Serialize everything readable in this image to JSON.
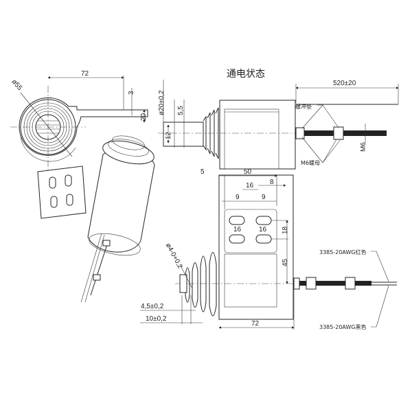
{
  "title": "通电状态",
  "end_view": {
    "width_dim": "72",
    "diameter_dim": "ø55",
    "thickness_dim": "3",
    "height_dim": "20"
  },
  "side_view": {
    "plunger_diameter_dim": "ø20±0,2",
    "step_dim": "5,5",
    "shaft_dim": "12",
    "wire_length_dim": "520±20",
    "cushion_label": "缓冲垫",
    "nut_label": "M6螺母",
    "thread_dim": "M6"
  },
  "bottom_view": {
    "offset_dim": "5",
    "plate_width_dim": "50",
    "slot_spacing_dim": "16",
    "edge_dim": "8",
    "left_margin_dim": "9",
    "right_margin_dim": "9",
    "slot_length_left": "16",
    "slot_length_right": "16",
    "slot_pitch_dim": "18",
    "height_dim": "45",
    "pin_dim": "ø4-0+0,2",
    "flange_dim": "4,5±0,2",
    "stroke_dim": "10±0,2",
    "body_length_dim": "72",
    "wire_red_label": "3385-20AWG红色",
    "wire_black_label": "3385-20AWG黑色"
  }
}
